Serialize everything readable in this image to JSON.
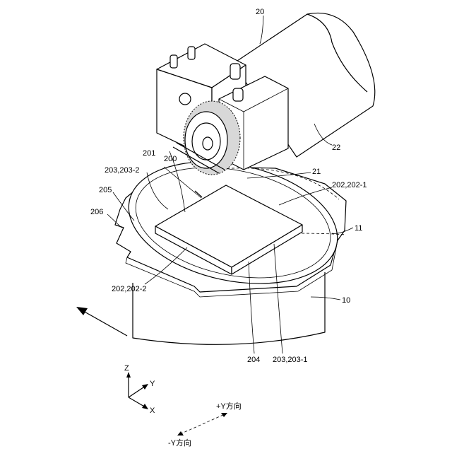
{
  "labels": {
    "device": "20",
    "cover": "22",
    "blade": "21",
    "cutting_line": "200",
    "chip_region": "201",
    "street_dir1": "202,202-1",
    "street_dir2": "202,202-2",
    "street_a": "203,203-1",
    "street_b": "203,203-2",
    "wafer_edge": "204",
    "tape": "205",
    "frame": "206",
    "chuck_table": "11",
    "base": "10"
  },
  "axes": {
    "z": "Z",
    "y": "Y",
    "x": "X",
    "plus_y_dir": "+Y方向",
    "minus_y_dir": "-Y方向"
  },
  "colors": {
    "line": "#000000",
    "background": "#ffffff",
    "shading": "#888888"
  }
}
